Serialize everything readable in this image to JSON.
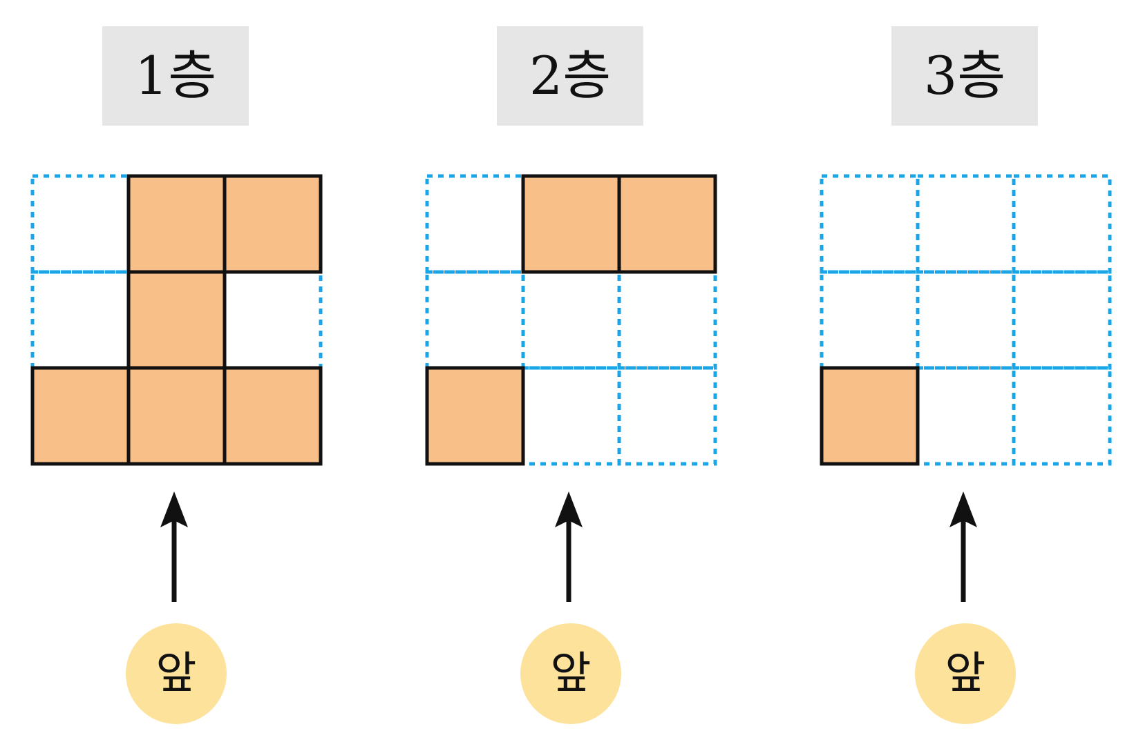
{
  "colors": {
    "filled_cell": "#f9bf88",
    "empty_grid_line": "#1aa6e6",
    "filled_border": "#111111",
    "label_background": "#e6e6e6",
    "front_badge": "#fde29b"
  },
  "front_label": "앞",
  "floors": [
    {
      "label": "1층",
      "filled": [
        [
          0,
          1
        ],
        [
          0,
          2
        ],
        [
          1,
          1
        ],
        [
          2,
          0
        ],
        [
          2,
          1
        ],
        [
          2,
          2
        ]
      ]
    },
    {
      "label": "2층",
      "filled": [
        [
          0,
          1
        ],
        [
          0,
          2
        ],
        [
          2,
          0
        ]
      ]
    },
    {
      "label": "3층",
      "filled": [
        [
          2,
          0
        ]
      ]
    }
  ]
}
